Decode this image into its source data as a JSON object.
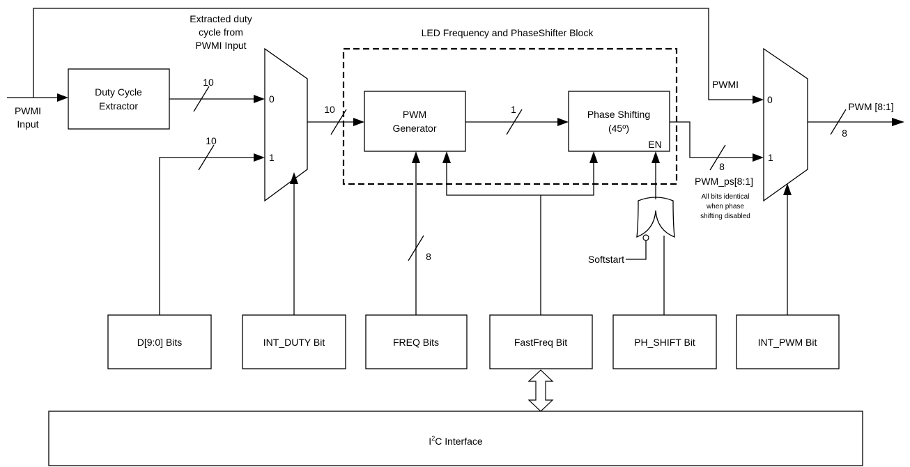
{
  "title": "LED Frequency and PhaseShifter Block",
  "inputs": {
    "pwmi_line1": "PWMI",
    "pwmi_line2": "Input"
  },
  "duty_cycle_extractor": {
    "line1": "Duty Cycle",
    "line2": "Extractor"
  },
  "extracted_note": [
    "Extracted duty",
    "cycle from",
    "PWMI Input"
  ],
  "mux1": {
    "in0": "0",
    "in1": "1"
  },
  "mux2": {
    "in0": "0",
    "in1": "1"
  },
  "pwm_generator": {
    "line1": "PWM",
    "line2": "Generator"
  },
  "phase_shifting": {
    "line1": "Phase Shifting",
    "line2": "(45º)",
    "en": "EN"
  },
  "bus_widths": {
    "extractor_to_mux": "10",
    "d_bits_to_mux": "10",
    "mux_to_pwm": "10",
    "pwm_to_phase": "1",
    "freq_bus": "8",
    "phase_to_mux": "8",
    "output": "8"
  },
  "signals": {
    "pwmi": "PWMI",
    "pwm_ps": "PWM_ps[8:1]",
    "pwm_out": "PWM [8:1]",
    "softstart": "Softstart"
  },
  "pwm_ps_note": [
    "All bits identical",
    "when phase",
    "shifting disabled"
  ],
  "register_bits": [
    "D[9:0] Bits",
    "INT_DUTY Bit",
    "FREQ Bits",
    "FastFreq Bit",
    "PH_SHIFT Bit",
    "INT_PWM Bit"
  ],
  "i2c": {
    "prefix": "I",
    "superscript": "2",
    "suffix": "C Interface"
  }
}
